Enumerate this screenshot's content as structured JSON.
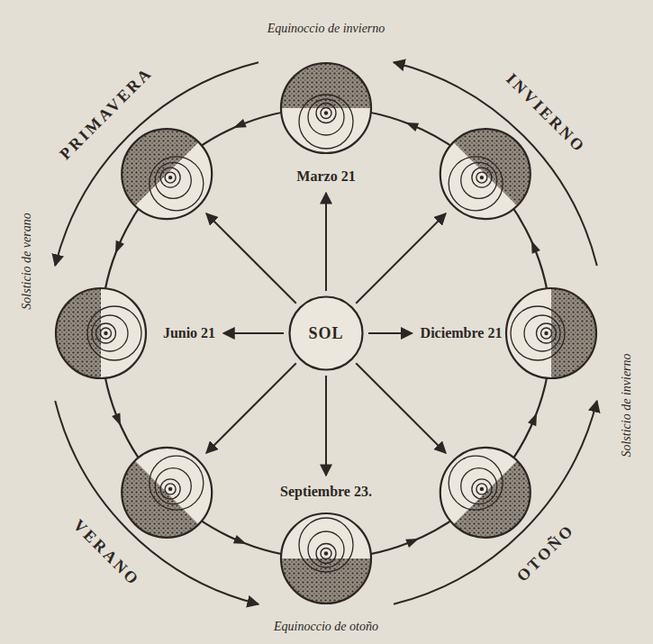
{
  "diagram": {
    "nodes": [
      {
        "text": [
          "SOL"
        ]
      }
    ],
    "labels": [
      "Equinoccio de invierno",
      "Marzo 21",
      "PRIMAVERA",
      "INVIERNO",
      "Solsticio de verano",
      "Junio 21",
      "Diciembre 21",
      "Solsticio de invierno",
      "VERANO",
      "OTOÑO",
      "Septiembre 23.",
      "Equinoccio de otoño"
    ]
  }
}
